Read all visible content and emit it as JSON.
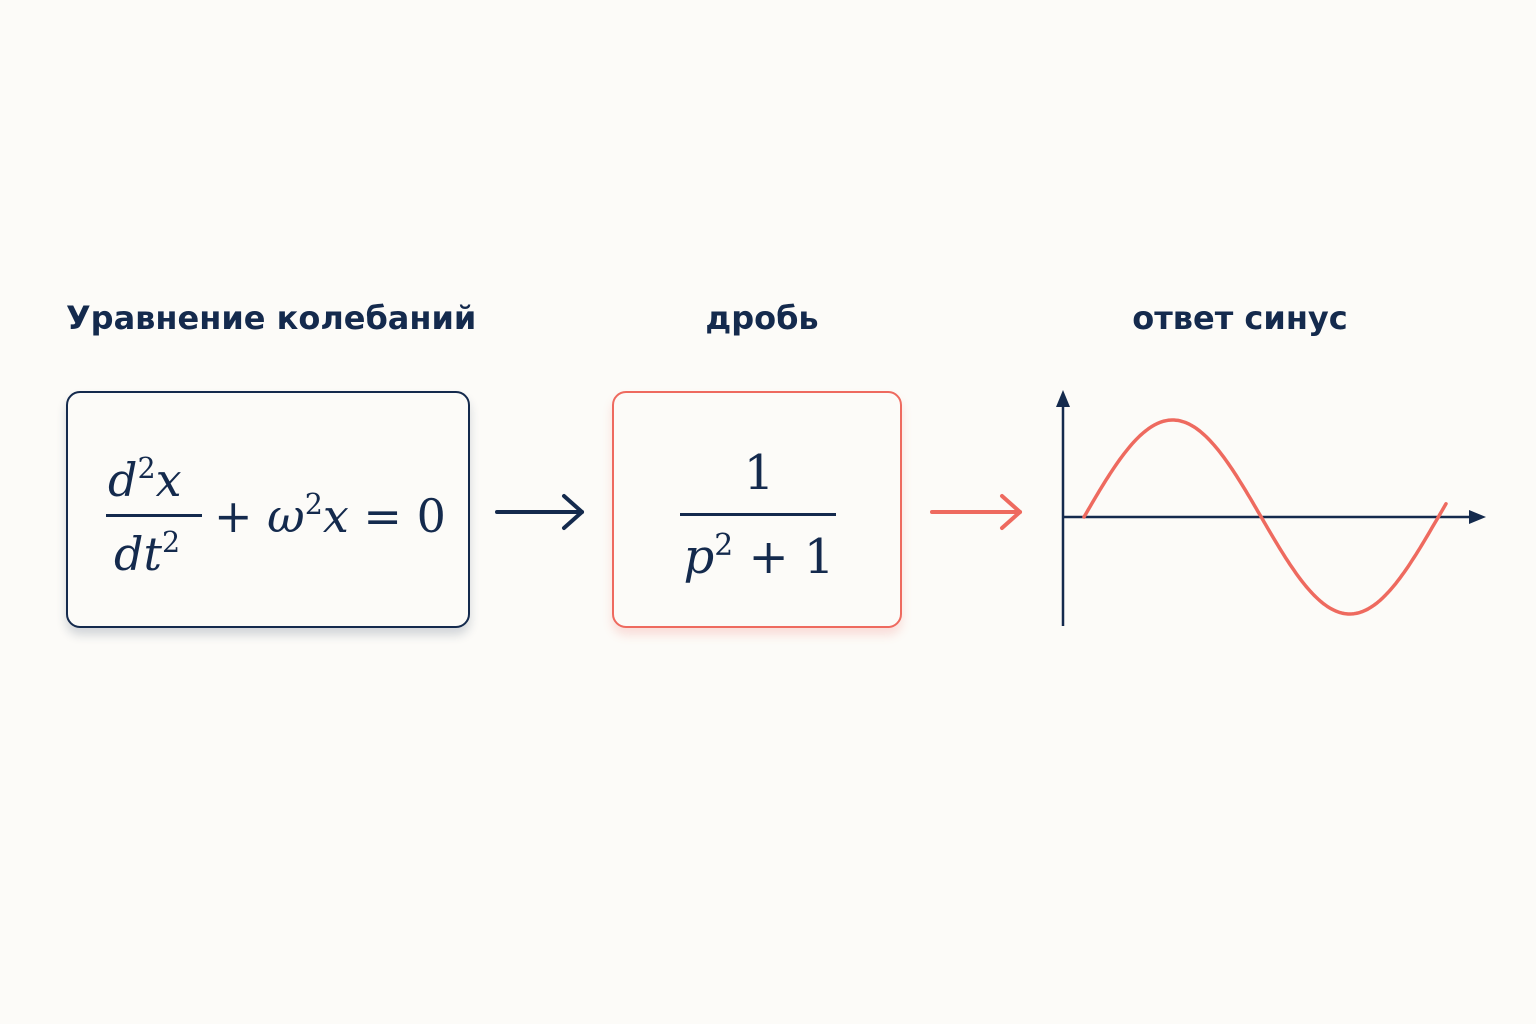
{
  "labels": {
    "equation": "Уравнение колебаний",
    "fraction": "дробь",
    "answer": "ответ синус"
  },
  "equation": {
    "num_d": "d",
    "num_pow": "2",
    "num_x": "x",
    "den_dt": "dt",
    "den_pow": "2",
    "rest_plus": "+",
    "omega": "ω",
    "omega_pow": "2",
    "rest_x": "x",
    "rest_eq": "= 0"
  },
  "fraction": {
    "numerator": "1",
    "den_p": "p",
    "den_pow": "2",
    "den_rest": "+ 1"
  },
  "colors": {
    "navy": "#142a4d",
    "coral": "#ee6a5f",
    "background": "#fcfbf8"
  },
  "icons": {
    "arrow1": "arrow-right-icon",
    "arrow2": "arrow-right-icon",
    "graph": "sine-wave-graph"
  }
}
